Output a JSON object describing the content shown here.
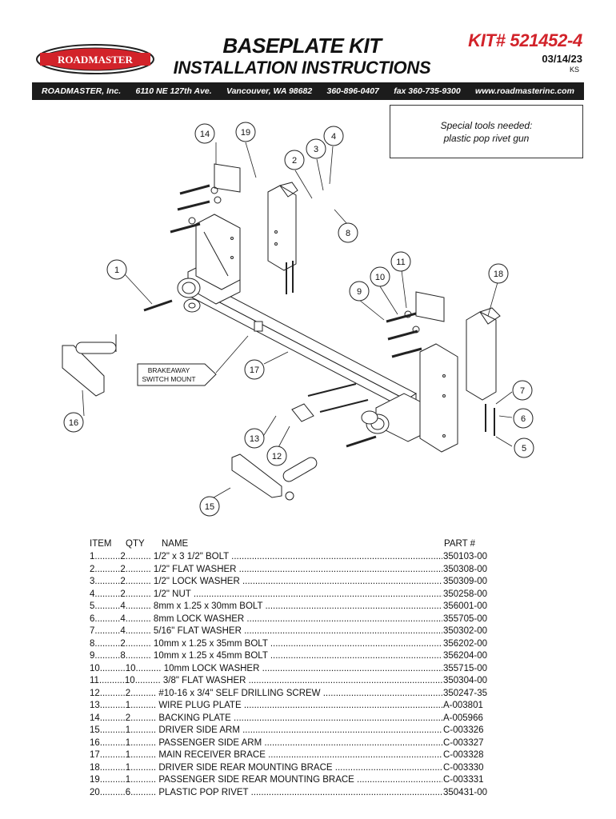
{
  "header": {
    "logo_text": "ROADMASTER",
    "title_line1": "BASEPLATE KIT",
    "title_line2": "INSTALLATION INSTRUCTIONS",
    "kit": "KIT# 521452-4",
    "date": "03/14/23",
    "initials": "KS"
  },
  "contact_bar": {
    "company": "ROADMASTER, Inc.",
    "address": "6110 NE 127th Ave.",
    "city": "Vancouver, WA 98682",
    "phone": "360-896-0407",
    "fax": "fax 360-735-9300",
    "web": "www.roadmasterinc.com"
  },
  "tools_box": {
    "line1": "Special tools needed:",
    "line2": "plastic pop rivet gun"
  },
  "diagram": {
    "callouts": [
      "1",
      "2",
      "3",
      "4",
      "5",
      "6",
      "7",
      "8",
      "9",
      "10",
      "11",
      "12",
      "13",
      "14",
      "15",
      "16",
      "17",
      "18",
      "19"
    ],
    "brakeaway_label_line1": "BRAKEAWAY",
    "brakeaway_label_line2": "SWITCH MOUNT"
  },
  "parts_table": {
    "headers": {
      "item": "ITEM",
      "qty": "QTY",
      "name": "NAME",
      "part": "PART #"
    },
    "rows": [
      {
        "item": "1",
        "qty": "2",
        "name": "1/2\" x 3 1/2\" BOLT",
        "part": "350103-00"
      },
      {
        "item": "2",
        "qty": "2",
        "name": "1/2\" FLAT WASHER",
        "part": "350308-00"
      },
      {
        "item": "3",
        "qty": "2",
        "name": "1/2\" LOCK WASHER",
        "part": "350309-00"
      },
      {
        "item": "4",
        "qty": "2",
        "name": "1/2\" NUT",
        "part": "350258-00"
      },
      {
        "item": "5",
        "qty": "4",
        "name": "8mm x 1.25 x 30mm BOLT",
        "part": "356001-00"
      },
      {
        "item": "6",
        "qty": "4",
        "name": "8mm LOCK WASHER",
        "part": "355705-00"
      },
      {
        "item": "7",
        "qty": "4",
        "name": "5/16\" FLAT WASHER",
        "part": "350302-00"
      },
      {
        "item": "8",
        "qty": "2",
        "name": "10mm x 1.25 x 35mm BOLT",
        "part": "356202-00"
      },
      {
        "item": "9",
        "qty": "8",
        "name": "10mm x 1.25 x 45mm BOLT",
        "part": "356204-00"
      },
      {
        "item": "10",
        "qty": "10",
        "name": "10mm LOCK WASHER",
        "part": "355715-00"
      },
      {
        "item": "11",
        "qty": "10",
        "name": "3/8\" FLAT WASHER",
        "part": "350304-00"
      },
      {
        "item": "12",
        "qty": "2",
        "name": "#10-16 x 3/4\" SELF DRILLING SCREW",
        "part": "350247-35"
      },
      {
        "item": "13",
        "qty": "1",
        "name": "WIRE PLUG PLATE",
        "part": "A-003801"
      },
      {
        "item": "14",
        "qty": "2",
        "name": "BACKING PLATE",
        "part": "A-005966"
      },
      {
        "item": "15",
        "qty": "1",
        "name": "DRIVER SIDE ARM",
        "part": "C-003326"
      },
      {
        "item": "16",
        "qty": "1",
        "name": "PASSENGER SIDE ARM",
        "part": "C-003327"
      },
      {
        "item": "17",
        "qty": "1",
        "name": "MAIN RECEIVER BRACE",
        "part": "C-003328"
      },
      {
        "item": "18",
        "qty": "1",
        "name": "DRIVER SIDE REAR MOUNTING BRACE",
        "part": "C-003330"
      },
      {
        "item": "19",
        "qty": "1",
        "name": "PASSENGER SIDE REAR MOUNTING BRACE",
        "part": "C-003331"
      },
      {
        "item": "20",
        "qty": "6",
        "name": "PLASTIC POP RIVET",
        "part": "350431-00"
      }
    ]
  }
}
